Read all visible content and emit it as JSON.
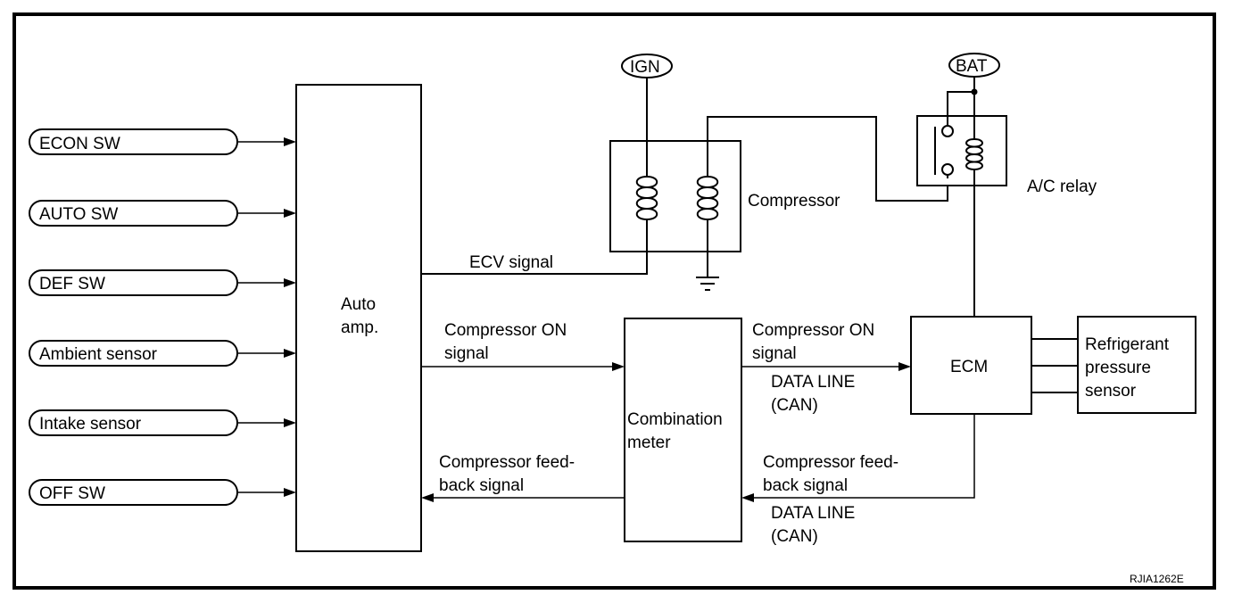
{
  "inputs": [
    {
      "id": "econ",
      "label": "ECON SW"
    },
    {
      "id": "auto",
      "label": "AUTO SW"
    },
    {
      "id": "def",
      "label": "DEF SW"
    },
    {
      "id": "ambient",
      "label": "Ambient sensor"
    },
    {
      "id": "intake",
      "label": "Intake sensor"
    },
    {
      "id": "off",
      "label": "OFF SW"
    }
  ],
  "auto_amp": {
    "line1": "Auto",
    "line2": "amp."
  },
  "power": {
    "ign": "IGN",
    "bat": "BAT"
  },
  "compressor": {
    "label": "Compressor"
  },
  "ac_relay": {
    "label": "A/C relay"
  },
  "ecv_signal": {
    "label": "ECV signal"
  },
  "combination_meter": {
    "line1": "Combination",
    "line2": "meter"
  },
  "ecm": {
    "label": "ECM"
  },
  "refrigerant_sensor": {
    "line1": "Refrigerant",
    "line2": "pressure",
    "line3": "sensor"
  },
  "signals": {
    "on_left": {
      "line1": "Compressor ON",
      "line2": "signal"
    },
    "on_right": {
      "line1": "Compressor ON",
      "line2": "signal",
      "line3": "DATA LINE",
      "line4": "(CAN)"
    },
    "feedback_left": {
      "line1": "Compressor feed-",
      "line2": "back signal"
    },
    "feedback_right": {
      "line1": "Compressor feed-",
      "line2": "back signal",
      "line3": "DATA LINE",
      "line4": "(CAN)"
    }
  },
  "figure_id": "RJIA1262E"
}
